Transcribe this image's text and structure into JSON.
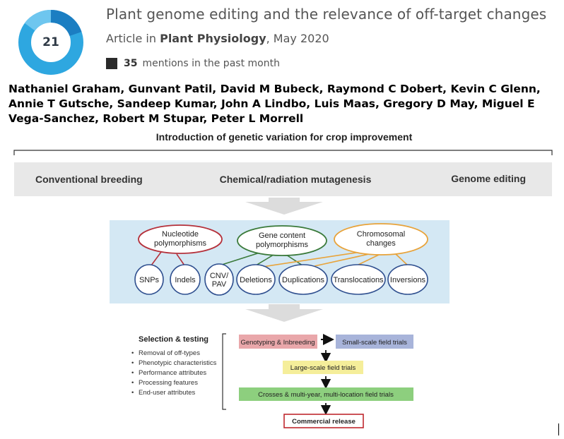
{
  "badge": {
    "score": "21"
  },
  "article": {
    "title": "Plant genome editing and the relevance of off-target changes",
    "type_prefix": "Article in",
    "journal": "Plant Physiology",
    "date": ", May 2020"
  },
  "mentions": {
    "count": "35",
    "text": "mentions in the past month"
  },
  "authors": "Nathaniel Graham, Gunvant Patil, David M Bubeck, Raymond C Dobert, Kevin C Glenn, Annie T Gutsche, Sandeep Kumar, John A Lindbo, Luis Maas, Gregory D May, Miguel E Vega-Sanchez, Robert M Stupar, Peter L Morrell",
  "figure": {
    "title": "Introduction of genetic variation for crop improvement",
    "bar": {
      "conventional": "Conventional breeding",
      "mutagenesis": "Chemical/radiation mutagenesis",
      "editing": "Genome editing"
    },
    "categories": {
      "nucleotide": [
        "Nucleotide",
        "polymorphisms"
      ],
      "gene_content": [
        "Gene content",
        "polymorphisms"
      ],
      "chromosomal": [
        "Chromosomal",
        "changes"
      ]
    },
    "variants": {
      "snps": "SNPs",
      "indels": "Indels",
      "cnv": [
        "CNV/",
        "PAV"
      ],
      "deletions": "Deletions",
      "duplications": "Duplications",
      "translocations": "Translocations",
      "inversions": "Inversions"
    },
    "selection": {
      "heading": "Selection & testing",
      "items": [
        "Removal of off-types",
        "Phenotypic characteristics",
        "Performance attributes",
        "Processing features",
        "End-user attributes"
      ]
    },
    "flow": {
      "genotyping": "Genotyping & Inbreeding",
      "small_scale": "Small-scale field trials",
      "large_scale": "Large-scale field trials",
      "crosses": "Crosses & multi-year, multi-location field trials",
      "release": "Commercial release"
    },
    "colors": {
      "red": "#b5313b",
      "green": "#3a7a3a",
      "orange": "#e8a33a",
      "blue": "#2f4f8f",
      "panel": "#d4e8f4",
      "bar": "#e8e8e8"
    }
  }
}
